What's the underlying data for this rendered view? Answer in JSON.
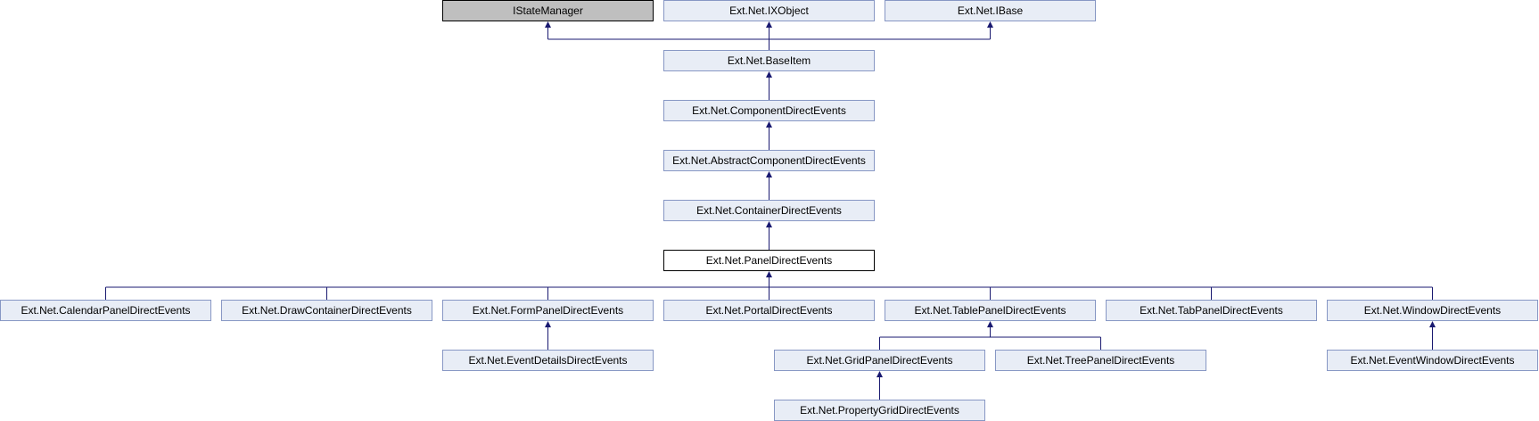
{
  "diagram": {
    "edge_color": "#191970",
    "node_fill": "#e8edf6",
    "node_border": "#8797c4",
    "external_fill": "#bfbfbf",
    "focus_fill": "#ffffff",
    "nodes": {
      "istatemanager": "IStateManager",
      "ixobject": "Ext.Net.IXObject",
      "ibase": "Ext.Net.IBase",
      "baseitem": "Ext.Net.BaseItem",
      "componentdirectevents": "Ext.Net.ComponentDirectEvents",
      "abstractcomponentdirectevents": "Ext.Net.AbstractComponentDirectEvents",
      "containerdirectevents": "Ext.Net.ContainerDirectEvents",
      "paneldirectevents": "Ext.Net.PanelDirectEvents",
      "calendarpaneldirectevents": "Ext.Net.CalendarPanelDirectEvents",
      "drawcontainerdirectevents": "Ext.Net.DrawContainerDirectEvents",
      "formpaneldirectevents": "Ext.Net.FormPanelDirectEvents",
      "portaldirectevents": "Ext.Net.PortalDirectEvents",
      "tablepaneldirectevents": "Ext.Net.TablePanelDirectEvents",
      "tabpaneldirectevents": "Ext.Net.TabPanelDirectEvents",
      "windowdirectevents": "Ext.Net.WindowDirectEvents",
      "eventdetailsdirectevents": "Ext.Net.EventDetailsDirectEvents",
      "gridpaneldirectevents": "Ext.Net.GridPanelDirectEvents",
      "treepaneldirectevents": "Ext.Net.TreePanelDirectEvents",
      "eventwindowdirectevents": "Ext.Net.EventWindowDirectEvents",
      "propertygriddirectevents": "Ext.Net.PropertyGridDirectEvents"
    },
    "edges": [
      {
        "child": "baseitem",
        "parents": [
          "istatemanager",
          "ixobject",
          "ibase"
        ]
      },
      {
        "child": "componentdirectevents",
        "parents": [
          "baseitem"
        ]
      },
      {
        "child": "abstractcomponentdirectevents",
        "parents": [
          "componentdirectevents"
        ]
      },
      {
        "child": "containerdirectevents",
        "parents": [
          "abstractcomponentdirectevents"
        ]
      },
      {
        "child": "paneldirectevents",
        "parents": [
          "containerdirectevents"
        ]
      },
      {
        "children": [
          "calendarpaneldirectevents",
          "drawcontainerdirectevents",
          "formpaneldirectevents",
          "portaldirectevents",
          "tablepaneldirectevents",
          "tabpaneldirectevents",
          "windowdirectevents"
        ],
        "parent": "paneldirectevents"
      },
      {
        "child": "eventdetailsdirectevents",
        "parents": [
          "formpaneldirectevents"
        ]
      },
      {
        "children": [
          "gridpaneldirectevents",
          "treepaneldirectevents"
        ],
        "parent": "tablepaneldirectevents"
      },
      {
        "child": "eventwindowdirectevents",
        "parents": [
          "windowdirectevents"
        ]
      },
      {
        "child": "propertygriddirectevents",
        "parents": [
          "gridpaneldirectevents"
        ]
      }
    ]
  }
}
